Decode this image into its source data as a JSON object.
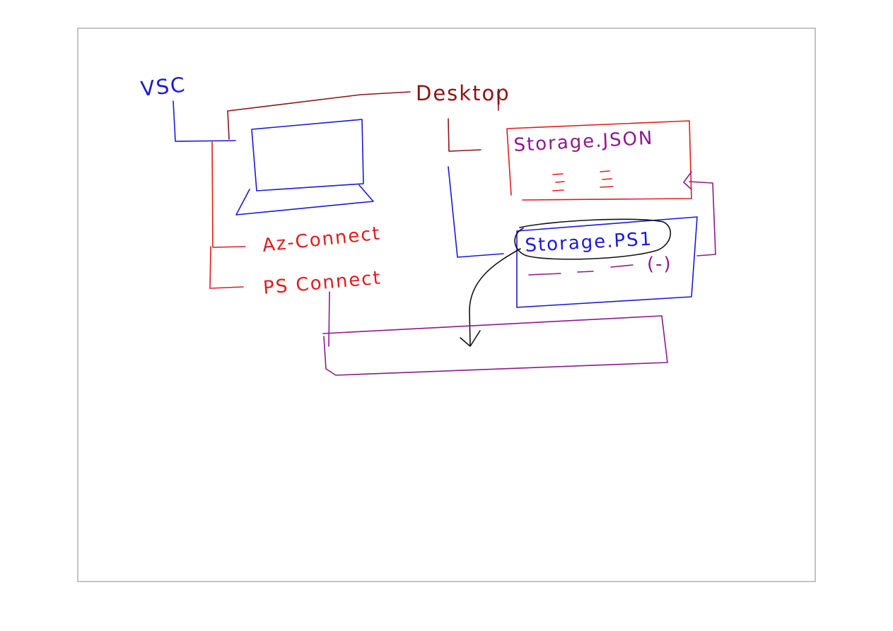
{
  "labels": {
    "vsc": "VSC",
    "desktop": "Desktop",
    "az_connect": "Az-Connect",
    "ps_connect": "PS Connect",
    "storage_json": "Storage.JSON",
    "storage_ps1": "Storage.PS1",
    "ps1_content": "(-)"
  },
  "colors": {
    "blue": "#1a1ad6",
    "red": "#e01c1c",
    "dark_red": "#8a1414",
    "purple": "#8c1a8c",
    "black": "#111111",
    "frame": "#c3c3c3"
  }
}
